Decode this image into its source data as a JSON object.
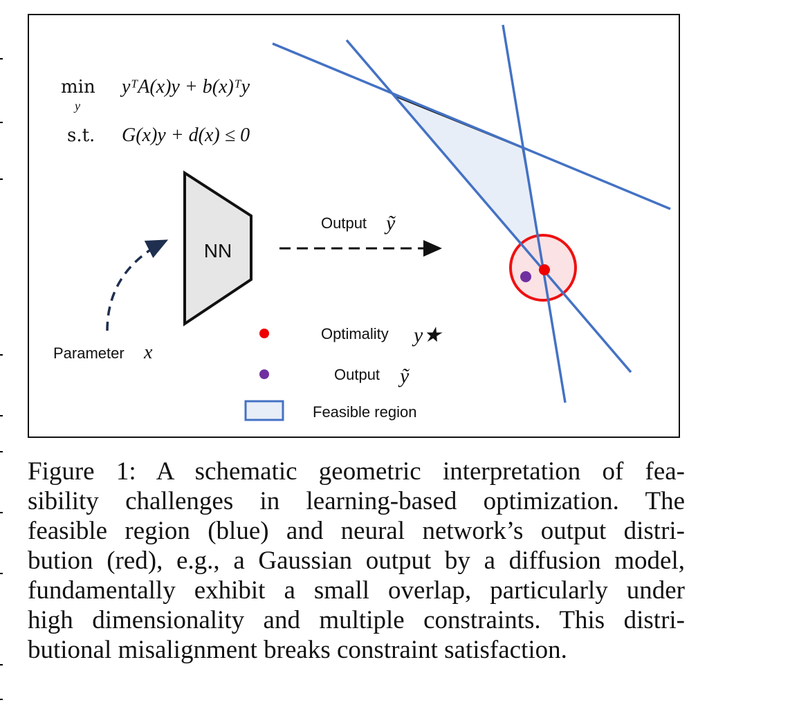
{
  "figure": {
    "problem": {
      "min_op": "min",
      "min_var": "y",
      "objective": "yᵀA(x)y + b(x)ᵀy",
      "st": "s.t.",
      "constraint": "G(x)y + d(x) ≤ 0"
    },
    "nn_label": "NN",
    "output_arrow_label": "Output",
    "output_symbol": "ỹ",
    "parameter_label": "Parameter",
    "parameter_symbol": "x",
    "legend": [
      {
        "label": "Optimality",
        "symbol": "y★",
        "color": "#ee0000"
      },
      {
        "label": "Output",
        "symbol": "ỹ",
        "color": "#7030a0"
      },
      {
        "label": "Feasible region",
        "symbol": "",
        "color": "#4472c4"
      }
    ],
    "colors": {
      "constraint_line": "#4472c4",
      "feasible_fill": "#e8eef8",
      "circle_stroke": "#ee1111",
      "circle_fill": "#f9dde0",
      "nn_fill": "#e6e6e6",
      "arrow_dashed": "#1f2f4f"
    }
  },
  "caption": {
    "lines": [
      "Figure 1:  A schematic geometric interpretation of fea-",
      "sibility challenges in learning-based optimization.  The",
      "feasible region (blue) and neural network’s output distri-",
      "bution (red), e.g., a Gaussian output by a diffusion model,",
      "fundamentally exhibit a small overlap, particularly under",
      "high dimensionality and multiple constraints. This distri-",
      "butional misalignment breaks constraint satisfaction."
    ]
  }
}
